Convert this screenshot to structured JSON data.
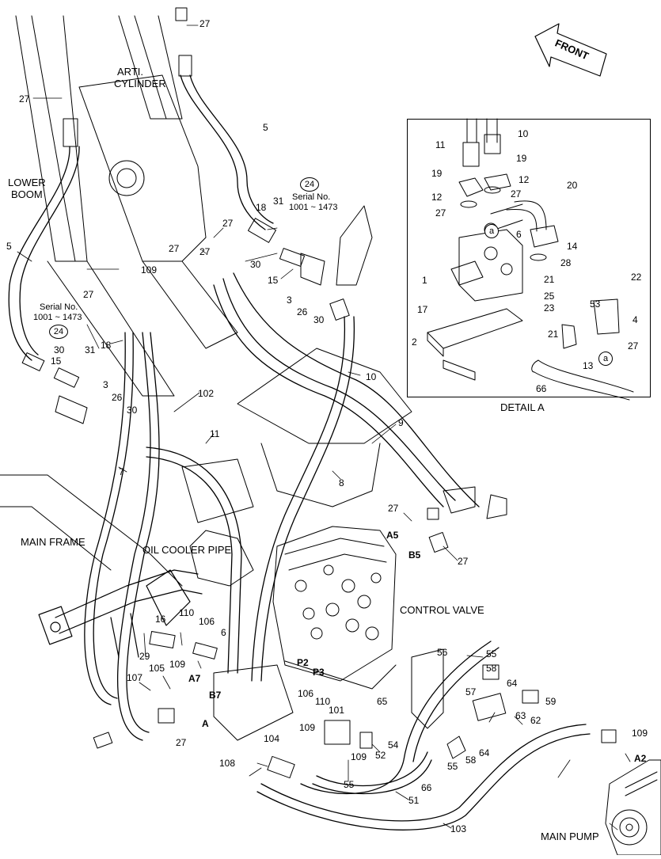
{
  "labels": {
    "arti_cylinder": [
      "ARTI.",
      "CYLINDER"
    ],
    "lower_boom": [
      "LOWER",
      "BOOM"
    ],
    "main_frame": "MAIN FRAME",
    "oil_cooler_pipe": "OIL COOLER PIPE",
    "control_valve": "CONTROL VALVE",
    "main_pump": "MAIN PUMP",
    "front": "FRONT",
    "detail_a": "DETAIL  A",
    "serial_top": [
      "Serial No.",
      "1001 ~ 1473"
    ],
    "serial_left": [
      "Serial No.",
      "1001 ~ 1473"
    ],
    "ref_24": "24"
  },
  "ports": {
    "a5": "A5",
    "b5": "B5",
    "a7": "A7",
    "b7": "B7",
    "a2": "A2",
    "p2": "P2",
    "p3": "P3",
    "a": "A"
  },
  "callouts": {
    "n27a": "27",
    "n27b": "27",
    "n27c": "27",
    "n27d": "27",
    "n27e": "27",
    "n27f": "27",
    "n27g": "27",
    "n27h": "27",
    "n27i": "27",
    "n5a": "5",
    "n5b": "5",
    "n31a": "31",
    "n31b": "31",
    "n18a": "18",
    "n18b": "18",
    "n30a": "30",
    "n30b": "30",
    "n30c": "30",
    "n30d": "30",
    "n15a": "15",
    "n15b": "15",
    "n3a": "3",
    "n3b": "3",
    "n26a": "26",
    "n26b": "26",
    "n109a": "109",
    "n109b": "109",
    "n109c": "109",
    "n109d": "109",
    "n109e": "109",
    "n10": "10",
    "n9": "9",
    "n8": "8",
    "n7": "7",
    "n11": "11",
    "n102": "102",
    "n110a": "110",
    "n110b": "110",
    "n106a": "106",
    "n106b": "106",
    "n16": "16",
    "n6": "6",
    "n29": "29",
    "n107": "107",
    "n105": "105",
    "n108": "108",
    "n104": "104",
    "n101": "101",
    "n52": "52",
    "n54": "54",
    "n55a": "55",
    "n55b": "55",
    "n55c": "55",
    "n56": "56",
    "n57": "57",
    "n58a": "58",
    "n58b": "58",
    "n59": "59",
    "n62": "62",
    "n63": "63",
    "n64a": "64",
    "n64b": "64",
    "n65": "65",
    "n66": "66",
    "n51": "51",
    "n103": "103",
    "d10": "10",
    "d11": "11",
    "d19a": "19",
    "d19b": "19",
    "d12a": "12",
    "d12b": "12",
    "d27a": "27",
    "d27b": "27",
    "d27c": "27",
    "d20": "20",
    "d6": "6",
    "d14": "14",
    "d28": "28",
    "d1": "1",
    "d21a": "21",
    "d21b": "21",
    "d25": "25",
    "d23": "23",
    "d22": "22",
    "d53": "53",
    "d4": "4",
    "d17": "17",
    "d2": "2",
    "d13": "13",
    "d66": "66",
    "d_a1": "a",
    "d_a2": "a"
  }
}
